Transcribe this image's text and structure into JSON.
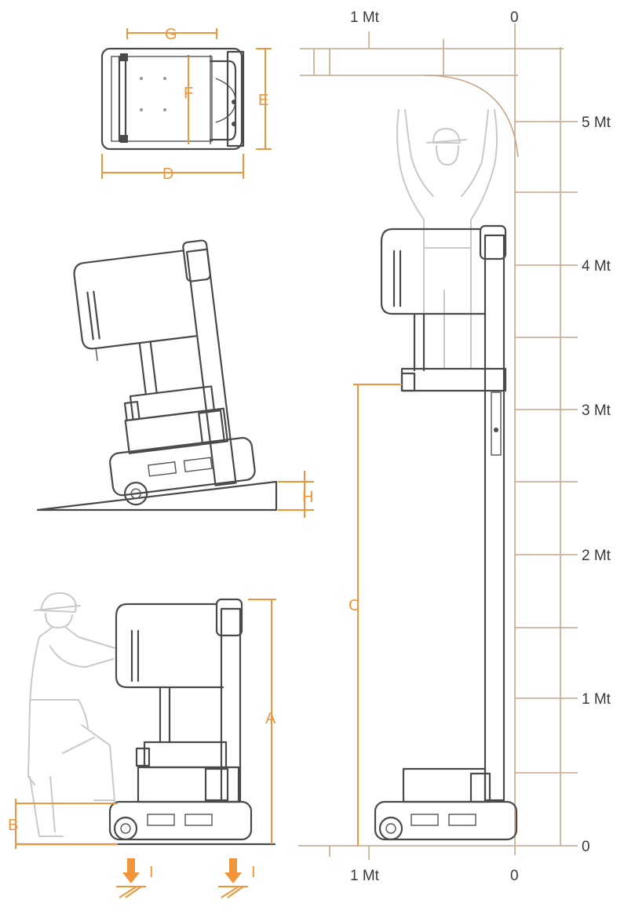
{
  "scale": {
    "top_left": "1 Mt",
    "top_right": "0",
    "bottom_left": "1 Mt",
    "bottom_right": "0",
    "heights": [
      "5 Mt",
      "4 Mt",
      "3 Mt",
      "2 Mt",
      "1 Mt",
      "0"
    ]
  },
  "dimensions": {
    "A": "A",
    "B": "B",
    "C": "C",
    "D": "D",
    "E": "E",
    "F": "F",
    "G": "G",
    "H": "H",
    "I_left": "I",
    "I_right": "I"
  },
  "colors": {
    "dimension": "#f0953a",
    "line": "#4a4a4a",
    "scale": "#c8a68a",
    "ghost": "#c9c9c9"
  }
}
